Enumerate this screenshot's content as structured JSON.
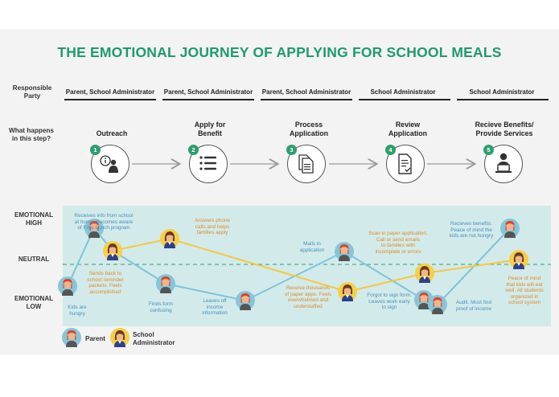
{
  "title": "THE EMOTIONAL JOURNEY OF APPLYING FOR SCHOOL MEALS",
  "labels": {
    "responsible_line1": "Responsible",
    "responsible_line2": "Party",
    "what_line1": "What happens",
    "what_line2": "in this step?",
    "high_line1": "EMOTIONAL",
    "high_line2": "HIGH",
    "neutral": "NEUTRAL",
    "low_line1": "EMOTIONAL",
    "low_line2": "LOW"
  },
  "parties": [
    "Parent, School Administrator",
    "Parent, School Administrator",
    "Parent, School Administrator",
    "School Administrator",
    "School Administrator"
  ],
  "steps": [
    {
      "num": "1",
      "line1": "",
      "line2": "Outreach",
      "icon": "info-person-icon"
    },
    {
      "num": "2",
      "line1": "Apply for",
      "line2": "Benefit",
      "icon": "checklist-icon"
    },
    {
      "num": "3",
      "line1": "Process",
      "line2": "Application",
      "icon": "documents-icon"
    },
    {
      "num": "4",
      "line1": "Review",
      "line2": "Application",
      "icon": "document-check-icon"
    },
    {
      "num": "5",
      "line1": "Recieve Benefits/",
      "line2": "Provide Services",
      "icon": "person-laptop-icon"
    }
  ],
  "annotations": {
    "p1": [
      "Receives info from school",
      "at home. Becomes aware",
      "of Free Lunch program"
    ],
    "p2": [
      "Kids are",
      "hungry"
    ],
    "p3": [
      "Finds form",
      "confusing"
    ],
    "p4": [
      "Leaves off",
      "income",
      "information"
    ],
    "p5": [
      "Mails in",
      "application"
    ],
    "p6": [
      "Forgot to sign form.",
      "Leaves work early",
      "to sign"
    ],
    "p7": [
      "Recieves benefits.",
      "Peace of mind the",
      "kids are not hungry"
    ],
    "a1": [
      "Sends back to",
      "school reminder",
      "packets. Feels",
      "accomplished"
    ],
    "a2": [
      "Answers phone",
      "calls and helps",
      "families apply"
    ],
    "a3": [
      "Receive thousands",
      "of paper apps. Feels",
      "overwhelmed and",
      "understaffed"
    ],
    "a4": [
      "Scan in paper application.",
      "Call or send emails",
      "to families with",
      "incomplete or errors"
    ],
    "a5": [
      "Audit. Must find",
      "proof of income"
    ],
    "a6": [
      "Peace of mind",
      "that kids will eat",
      "well. All students",
      "organized in",
      "school system"
    ]
  },
  "legend": {
    "parent": "Parent",
    "admin_line1": "School",
    "admin_line2": "Administrator"
  },
  "colors": {
    "title": "#1f9a73",
    "step_number": "#2e9e6f",
    "parent_line": "#7fc3dc",
    "admin_line": "#f5c842",
    "parent_text": "#4a8ec0",
    "admin_text": "#e18a2b",
    "chart_bg": "#d2ebea",
    "neutral_dash": "#2e9e6f"
  }
}
